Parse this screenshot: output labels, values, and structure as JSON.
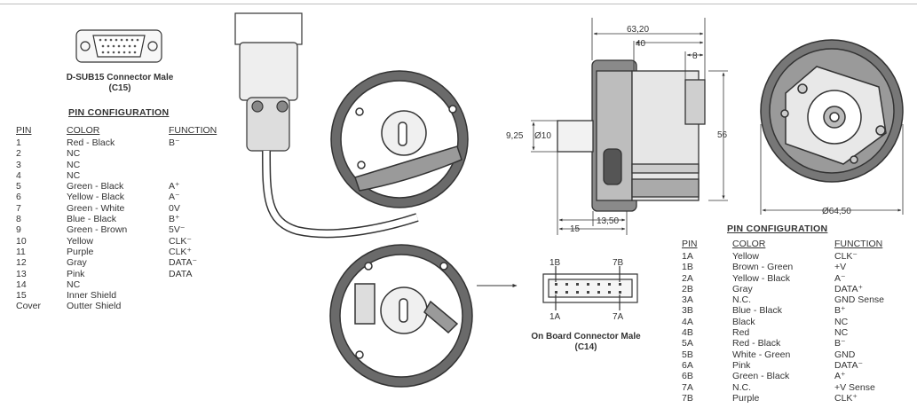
{
  "dsub": {
    "caption": [
      "D-SUB15 Connector Male",
      "(C15)"
    ],
    "pin_heading": "PIN CONFIGURATION",
    "headers": [
      "PIN",
      "COLOR",
      "FUNCTION"
    ],
    "rows": [
      [
        "1",
        "Red - Black",
        "B⁻"
      ],
      [
        "2",
        "NC",
        ""
      ],
      [
        "3",
        "NC",
        ""
      ],
      [
        "4",
        "NC",
        ""
      ],
      [
        "5",
        "Green - Black",
        "A⁺"
      ],
      [
        "6",
        "Yellow - Black",
        "A⁻"
      ],
      [
        "7",
        "Green - White",
        "0V"
      ],
      [
        "8",
        "Blue - Black",
        "B⁺"
      ],
      [
        "9",
        "Green - Brown",
        "5V⁻"
      ],
      [
        "10",
        "Yellow",
        "CLK⁻"
      ],
      [
        "11",
        "Purple",
        "CLK⁺"
      ],
      [
        "12",
        "Gray",
        "DATA⁻"
      ],
      [
        "13",
        "Pink",
        "DATA"
      ],
      [
        "14",
        "NC",
        ""
      ],
      [
        "15",
        "Inner Shield",
        ""
      ],
      [
        "Cover",
        "Outter Shield",
        ""
      ]
    ]
  },
  "onboard": {
    "caption": [
      "On Board Connector Male",
      "(C14)"
    ],
    "label_1b": "1B",
    "label_7b": "7B",
    "label_1a": "1A",
    "label_7a": "7A",
    "pin_heading": "PIN CONFIGURATION",
    "headers": [
      "PIN",
      "COLOR",
      "FUNCTION"
    ],
    "rows": [
      [
        "1A",
        "Yellow",
        "CLK⁻"
      ],
      [
        "1B",
        "Brown - Green",
        "+V"
      ],
      [
        "2A",
        "Yellow - Black",
        "A⁻"
      ],
      [
        "2B",
        "Gray",
        "DATA⁺"
      ],
      [
        "3A",
        "N.C.",
        "GND Sense"
      ],
      [
        "3B",
        "Blue - Black",
        "B⁺"
      ],
      [
        "4A",
        "Black",
        "NC"
      ],
      [
        "4B",
        "Red",
        "NC"
      ],
      [
        "5A",
        "Red - Black",
        "B⁻"
      ],
      [
        "5B",
        "White - Green",
        "GND"
      ],
      [
        "6A",
        "Pink",
        "DATA⁻"
      ],
      [
        "6B",
        "Green - Black",
        "A⁺"
      ],
      [
        "7A",
        "N.C.",
        "+V Sense"
      ],
      [
        "7B",
        "Purple",
        "CLK⁺"
      ]
    ]
  },
  "dimensions": {
    "overall_length": "63,20",
    "body_length": "40",
    "flange": "8",
    "height": "56",
    "shaft_flat": "9,25",
    "shaft_dia": "Ø10",
    "shaft_len": "13,50",
    "shaft_total": "15",
    "outer_dia": "Ø64,50"
  },
  "colors": {
    "line": "#3a3a3a",
    "fill_dark": "#5a5a5a",
    "fill_mid": "#9a9a9a",
    "fill_light": "#e6e6e6"
  }
}
